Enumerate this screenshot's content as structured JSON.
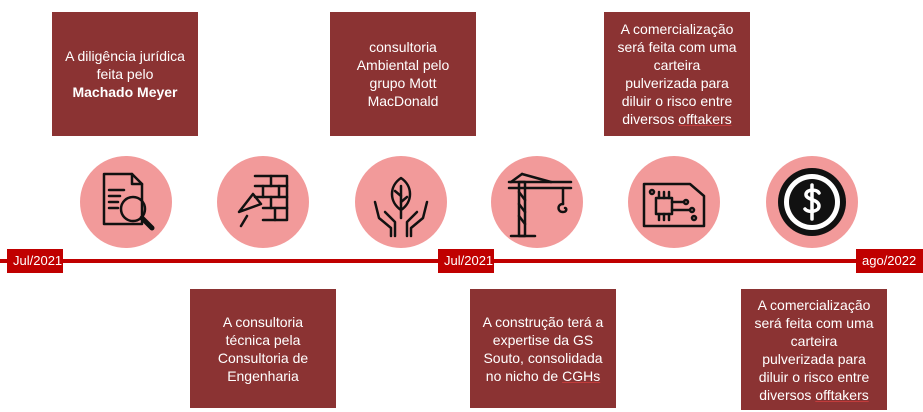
{
  "boxes": {
    "top1": {
      "line1": "A diligência jurídica",
      "line2": "feita pelo",
      "line3": "Machado Meyer"
    },
    "top2": {
      "line1": "consultoria",
      "line2": "Ambiental pelo",
      "line3": "grupo Mott",
      "line4": "MacDonald"
    },
    "top3": {
      "line1": "A comercialização",
      "line2": "será feita com uma",
      "line3": "carteira",
      "line4": "pulverizada para",
      "line5": "diluir o risco entre",
      "line6a": "diversos ",
      "line6b": "offtakers"
    },
    "bottom1": {
      "line1": "A consultoria",
      "line2": "técnica pela",
      "line3": "Consultoria de",
      "line4": "Engenharia"
    },
    "bottom2": {
      "line1": "A construção terá a",
      "line2": "expertise da GS",
      "line3": "Souto, consolidada",
      "line4a": "no nicho de ",
      "line4b": "CGHs"
    },
    "bottom3": {
      "line1": "A comercialização",
      "line2": "será feita com uma",
      "line3": "carteira",
      "line4": "pulverizada para",
      "line5": "diluir o risco entre",
      "line6a": "diversos ",
      "line6b": "offtakers"
    }
  },
  "timeline": {
    "start": "Jul/2021",
    "middle": "Jul/2021",
    "end": "ago/2022"
  },
  "icons": [
    "document-search-icon",
    "brick-trowel-icon",
    "hands-leaf-icon",
    "crane-icon",
    "circuit-chip-icon",
    "dollar-coin-icon"
  ],
  "colors": {
    "box": "#8b3333",
    "line": "#c00000",
    "circle": "#f29a9a"
  }
}
